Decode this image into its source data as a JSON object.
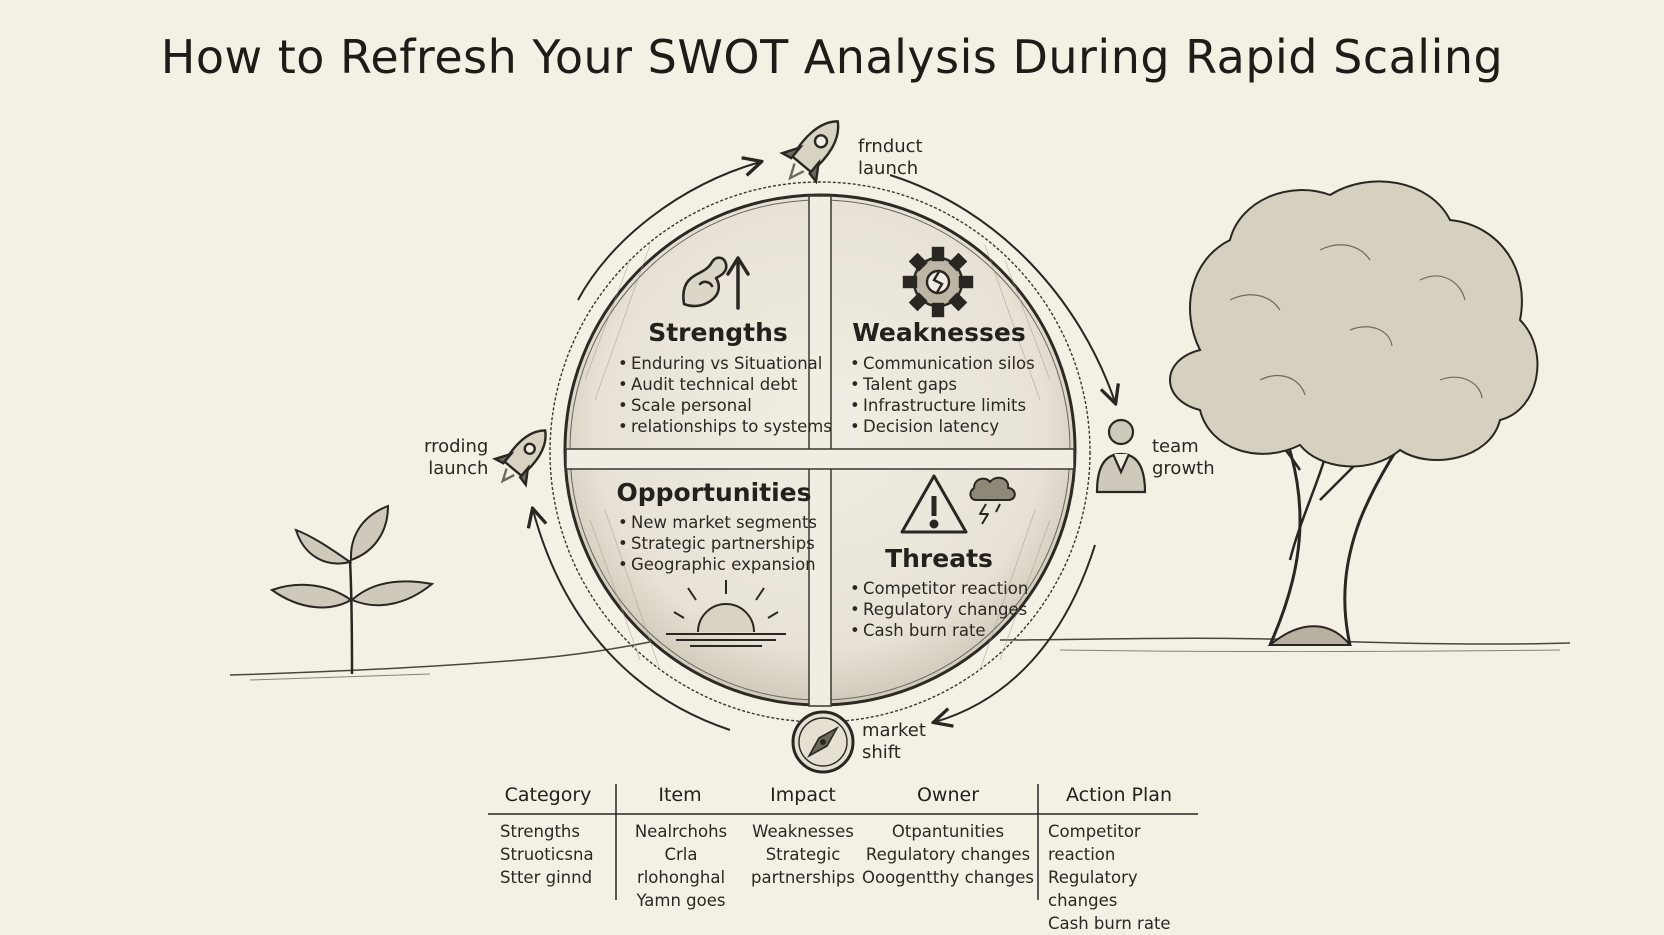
{
  "title": "How to Refresh Your SWOT Analysis During Rapid Scaling",
  "quadrants": {
    "strengths": {
      "title": "Strengths",
      "items": [
        "Enduring vs Situational",
        "Audit technical debt",
        "Scale personal",
        "relationships to systems"
      ]
    },
    "weaknesses": {
      "title": "Weaknesses",
      "items": [
        "Communication silos",
        "Talent gaps",
        "Infrastructure limits",
        "Decision latency"
      ]
    },
    "opportunities": {
      "title": "Opportunities",
      "items": [
        "New market segments",
        "Strategic partnerships",
        "Geographic expansion"
      ]
    },
    "threats": {
      "title": "Threats",
      "items": [
        "Competitor reaction",
        "Regulatory changes",
        "Cash burn rate"
      ]
    }
  },
  "events": {
    "top": {
      "line1": "frnduct",
      "line2": "launch"
    },
    "right": {
      "line1": "team",
      "line2": "growth"
    },
    "bottom": {
      "line1": "market",
      "line2": "shift"
    },
    "left": {
      "line1": "rroding",
      "line2": "launch"
    }
  },
  "table": {
    "headers": [
      "Category",
      "Item",
      "Impact",
      "Owner",
      "Action Plan"
    ],
    "rows": [
      [
        "Strengths",
        "Nealrchohs",
        "Weaknesses",
        "Otpantunities",
        "Competitor reaction"
      ],
      [
        "Struoticsna",
        "Crla rlohonghal",
        "Strategic",
        "Regulatory changes",
        "Regulatory changes"
      ],
      [
        "Stter ginnd",
        "Yamn goes",
        "partnerships",
        "Ooogentthy changes",
        "Cash burn rate"
      ]
    ]
  },
  "icons": {
    "strengths": "flexed-arm-up-arrow-icon",
    "weaknesses": "broken-gear-icon",
    "opportunities": "rising-sun-icon",
    "threats": "warning-storm-icon",
    "top_event": "rocket-icon",
    "left_event": "rocket-icon",
    "right_event": "person-icon",
    "bottom_event": "compass-icon"
  },
  "colors": {
    "background": "#f4f0e4",
    "ink": "#2a2722"
  }
}
